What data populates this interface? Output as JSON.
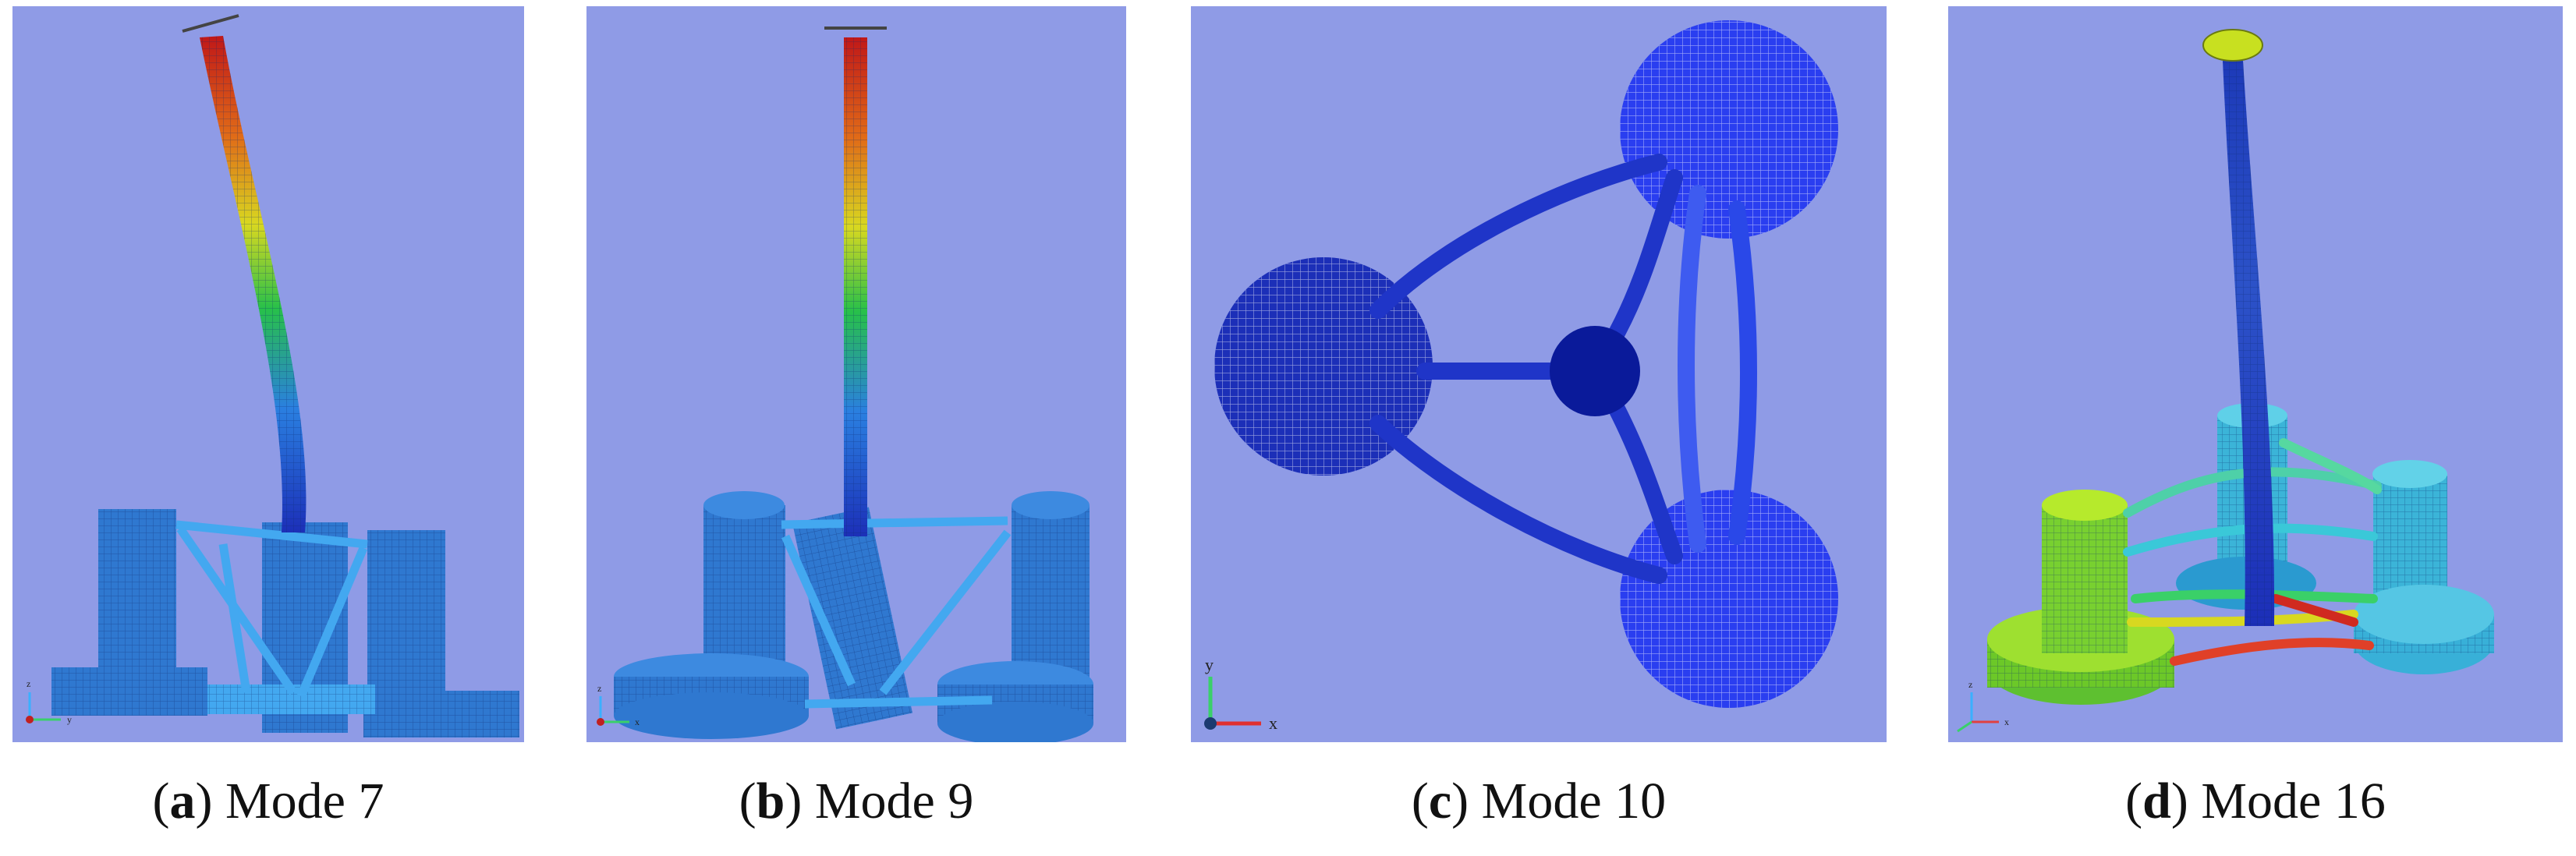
{
  "figure": {
    "panels": [
      {
        "letter": "a",
        "caption": "Mode 7",
        "axes": {
          "vertical": "z",
          "horizontal": "y"
        }
      },
      {
        "letter": "b",
        "caption": "Mode 9",
        "axes": {
          "vertical": "z",
          "horizontal": "x"
        }
      },
      {
        "letter": "c",
        "caption": "Mode 10",
        "axes": {
          "vertical": "y",
          "horizontal": "x"
        }
      },
      {
        "letter": "d",
        "caption": "Mode 16",
        "axes": {
          "vertical": "z",
          "horizontal": "x"
        }
      }
    ],
    "colors": {
      "background": "#8f9be6",
      "structure": "#2f78d0",
      "brace": "#43a8f0",
      "deform_max": "#d0201a",
      "deform_min": "#1c2fb8",
      "hub": "#0a1a9a"
    }
  }
}
